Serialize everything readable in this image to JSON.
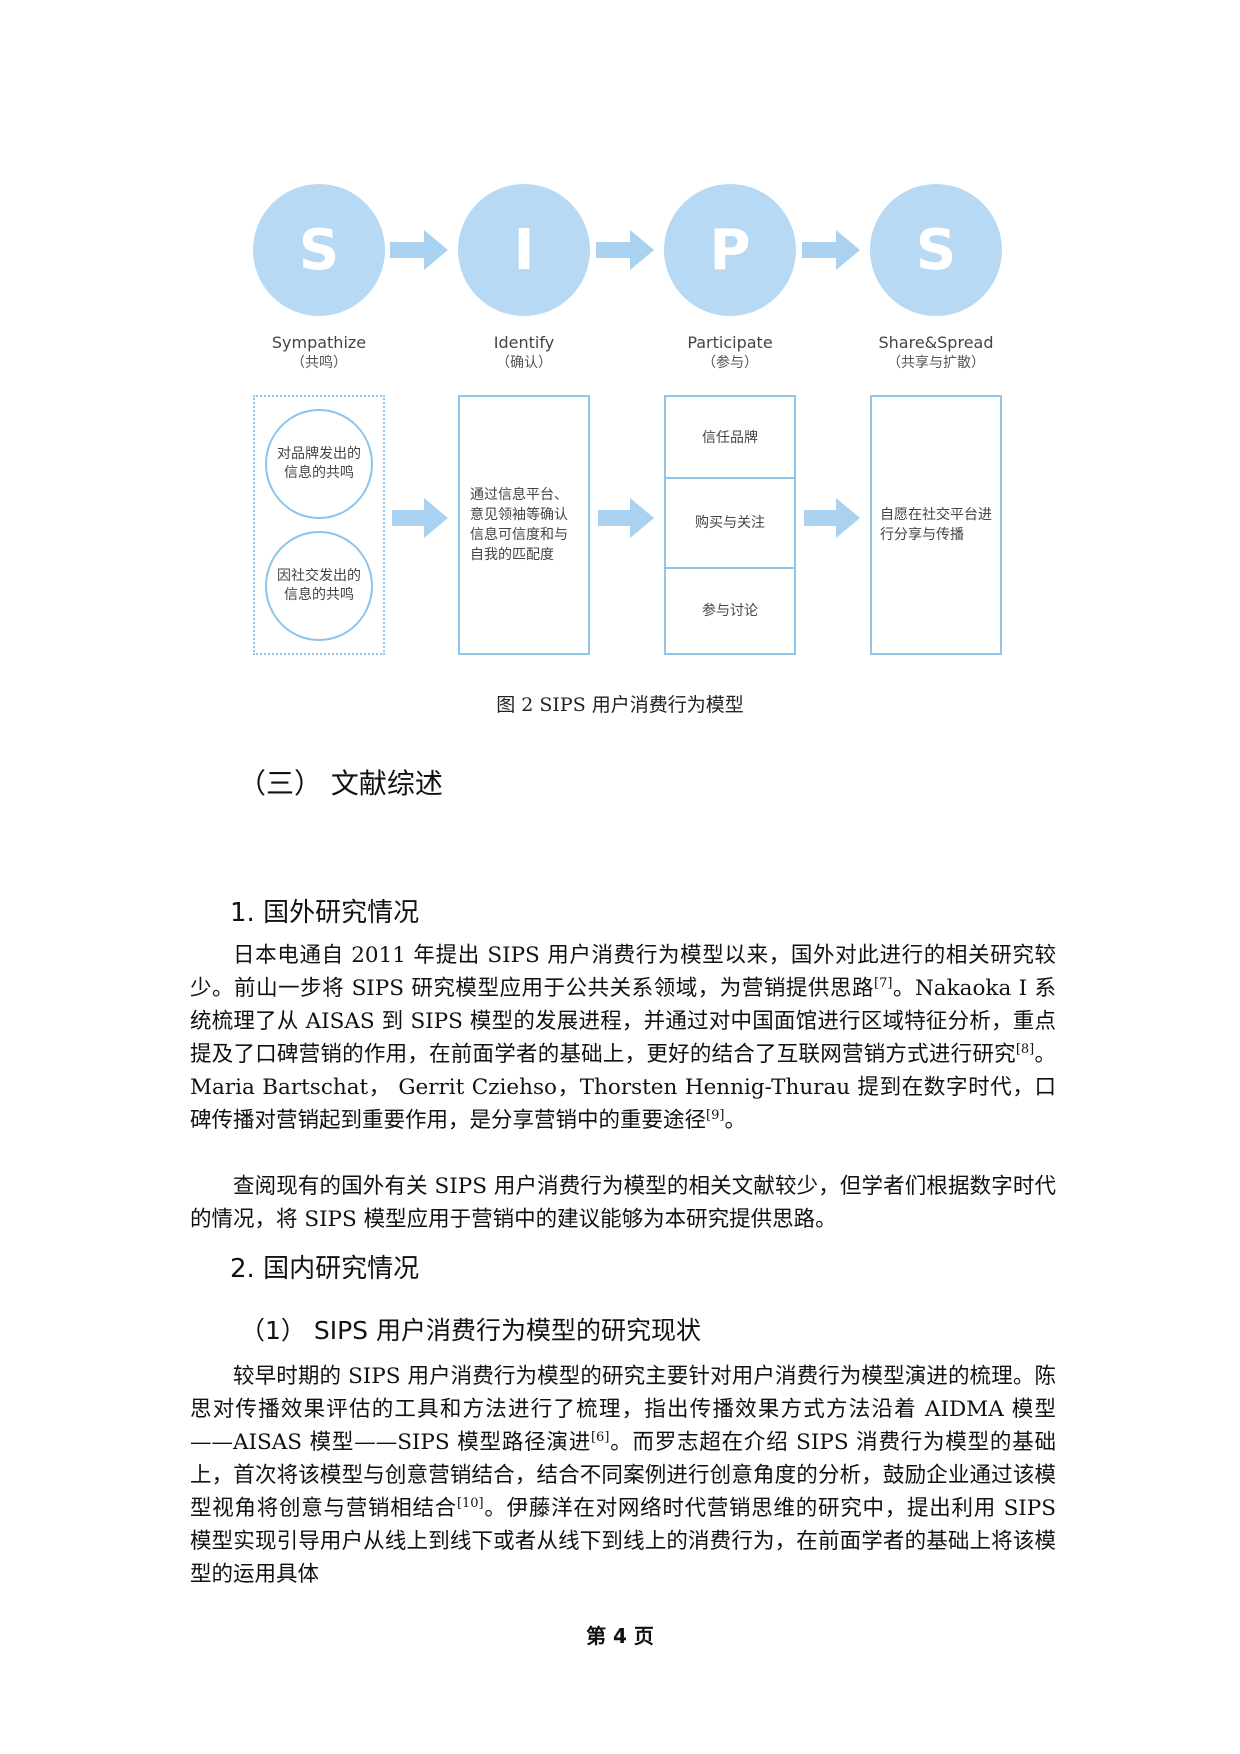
{
  "figure": {
    "letters": [
      "S",
      "I",
      "P",
      "S"
    ],
    "stages": [
      {
        "en": "Sympathize",
        "cn": "（共鸣）"
      },
      {
        "en": "Identify",
        "cn": "（确认）"
      },
      {
        "en": "Participate",
        "cn": "（参与）"
      },
      {
        "en": "Share&Spread",
        "cn": "（共享与扩散）"
      }
    ],
    "box1_items": [
      "对品牌发出的信息的共鸣",
      "因社交发出的信息的共鸣"
    ],
    "box2_text": "通过信息平台、意见领袖等确认信息可信度和与自我的匹配度",
    "box3_items": [
      "信任品牌",
      "购买与关注",
      "参与讨论"
    ],
    "box4_text": "自愿在社交平台进行分享与传播",
    "caption": "图 2 SIPS 用户消费行为模型",
    "colors": {
      "circle": "#b7d9f4",
      "arrow": "#a9d2f0",
      "box_border": "#8ec3ea"
    }
  },
  "section_title": "（三）  文献综述",
  "sub1": "1. 国外研究情况",
  "para1_a": "日本电通自 2011 年提出 SIPS 用户消费行为模型以来，国外对此进行的相关研究较少。前山一步将 SIPS 研究模型应用于公共关系领域，为营销提供思路",
  "ref7": "[7]",
  "para1_b": "。Nakaoka I 系统梳理了从 AISAS 到 SIPS 模型的发展进程，并通过对中国面馆进行区域特征分析，重点提及了口碑营销的作用，在前面学者的基础上，更好的结合了互联网营销方式进行研究",
  "ref8": "[8]",
  "para1_c": "。 Maria Bartschat， Gerrit Cziehso，Thorsten Hennig-Thurau 提到在数字时代，口碑传播对营销起到重要作用，是分享营销中的重要途径",
  "ref9": "[9]",
  "para1_d": "。",
  "para2": "查阅现有的国外有关 SIPS 用户消费行为模型的相关文献较少，但学者们根据数字时代的情况，将 SIPS 模型应用于营销中的建议能够为本研究提供思路。",
  "sub2": "2. 国内研究情况",
  "subsub1": "（1） SIPS 用户消费行为模型的研究现状",
  "para3_a": "较早时期的 SIPS 用户消费行为模型的研究主要针对用户消费行为模型演进的梳理。陈思对传播效果评估的工具和方法进行了梳理，指出传播效果方式方法沿着 AIDMA 模型——AISAS 模型——SIPS 模型路径演进",
  "ref6": "[6]",
  "para3_b": "。而罗志超在介绍 SIPS 消费行为模型的基础上，首次将该模型与创意营销结合，结合不同案例进行创意角度的分析，鼓励企业通过该模型视角将创意与营销相结合",
  "ref10": "[10]",
  "para3_c": "。伊藤洋在对网络时代营销思维的研究中，提出利用 SIPS 模型实现引导用户从线上到线下或者从线下到线上的消费行为，在前面学者的基础上将该模型的运用具体",
  "footer": "第 4 页"
}
